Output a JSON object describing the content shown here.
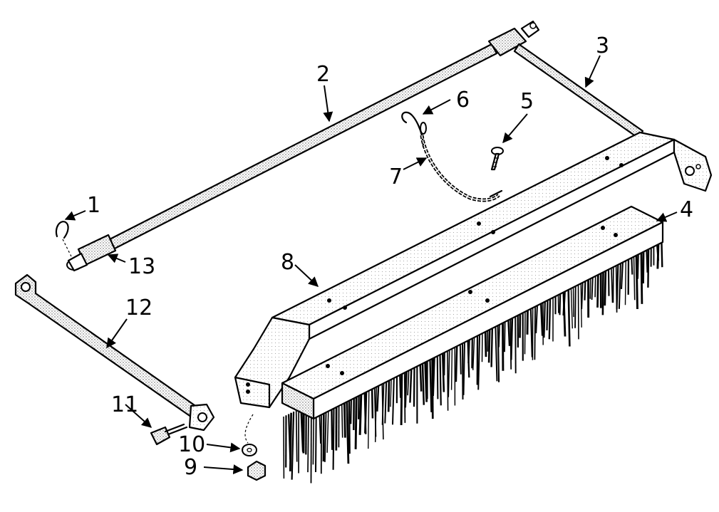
{
  "diagram": {
    "callouts": [
      {
        "id": "1",
        "label": "1"
      },
      {
        "id": "2",
        "label": "2"
      },
      {
        "id": "3",
        "label": "3"
      },
      {
        "id": "4",
        "label": "4"
      },
      {
        "id": "5",
        "label": "5"
      },
      {
        "id": "6",
        "label": "6"
      },
      {
        "id": "7",
        "label": "7"
      },
      {
        "id": "8",
        "label": "8"
      },
      {
        "id": "9",
        "label": "9"
      },
      {
        "id": "10",
        "label": "10"
      },
      {
        "id": "11",
        "label": "11"
      },
      {
        "id": "12",
        "label": "12"
      },
      {
        "id": "13",
        "label": "13"
      }
    ],
    "colors": {
      "ink": "#000000",
      "paper": "#ffffff",
      "shade": "#cfcfcf"
    }
  }
}
